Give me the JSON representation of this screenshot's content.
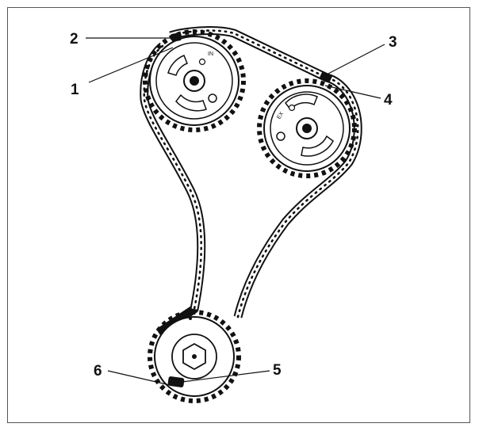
{
  "figure": {
    "subject": "timing chain with camshaft and crankshaft sprockets",
    "callouts": [
      {
        "id": "callout-1",
        "label": "1"
      },
      {
        "id": "callout-2",
        "label": "2"
      },
      {
        "id": "callout-3",
        "label": "3"
      },
      {
        "id": "callout-4",
        "label": "4"
      },
      {
        "id": "callout-5",
        "label": "5"
      },
      {
        "id": "callout-6",
        "label": "6"
      }
    ]
  },
  "colors": {
    "ink": "#111111",
    "frame": "#555555",
    "background": "#ffffff"
  }
}
